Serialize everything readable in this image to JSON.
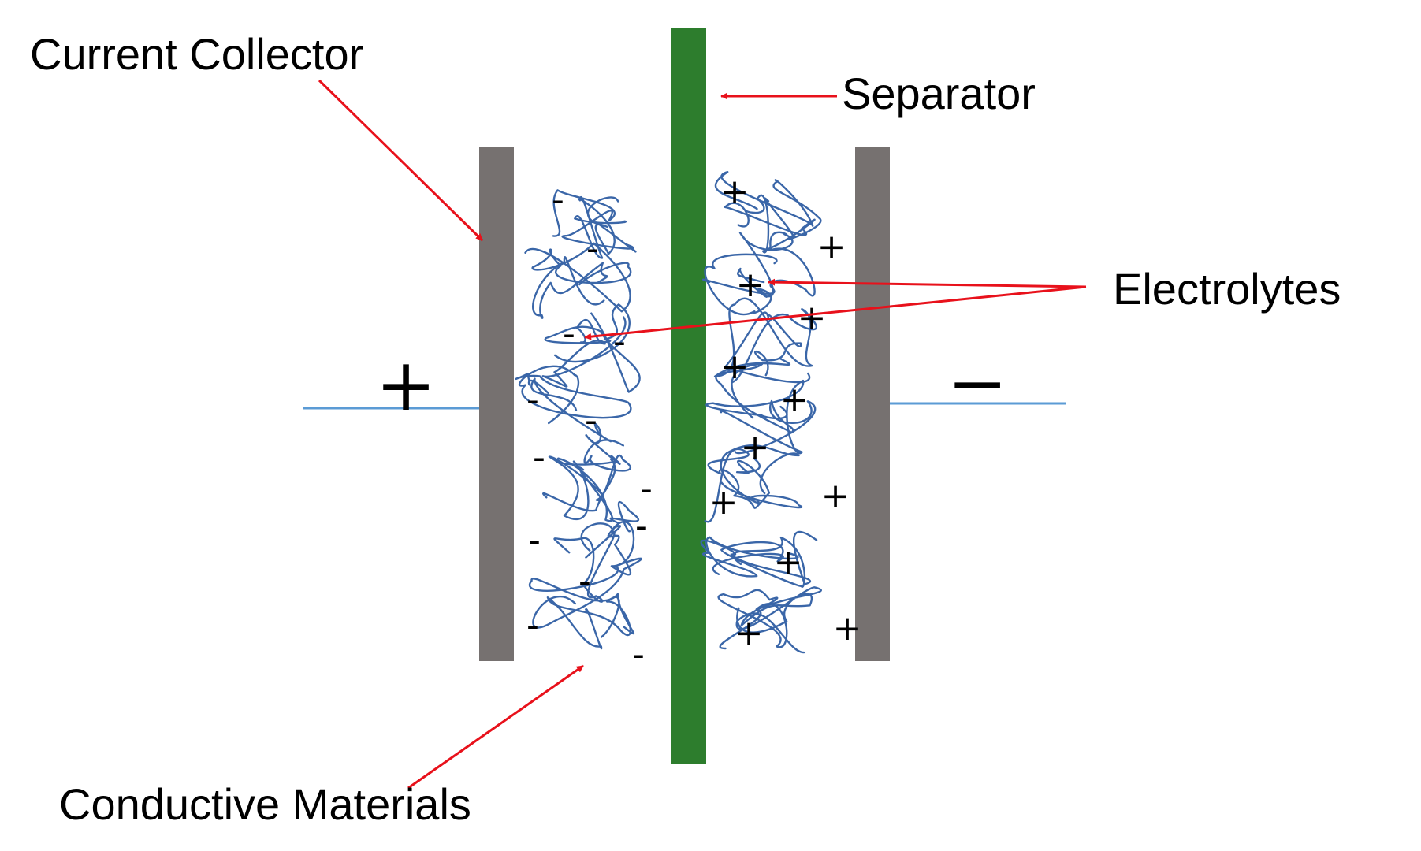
{
  "diagram": {
    "labels": {
      "current_collector": "Current Collector",
      "separator": "Separator",
      "electrolytes": "Electrolytes",
      "conductive_materials": "Conductive Materials"
    },
    "terminals": {
      "positive": "+",
      "negative": "−"
    },
    "ions": {
      "anion": "-",
      "cation": "+"
    },
    "colors": {
      "collector": "#767170",
      "separator": "#2d7d2d",
      "conductive_material": "#3a66a8",
      "lead_wire": "#5b9bd5",
      "arrow": "#e8111b"
    }
  }
}
